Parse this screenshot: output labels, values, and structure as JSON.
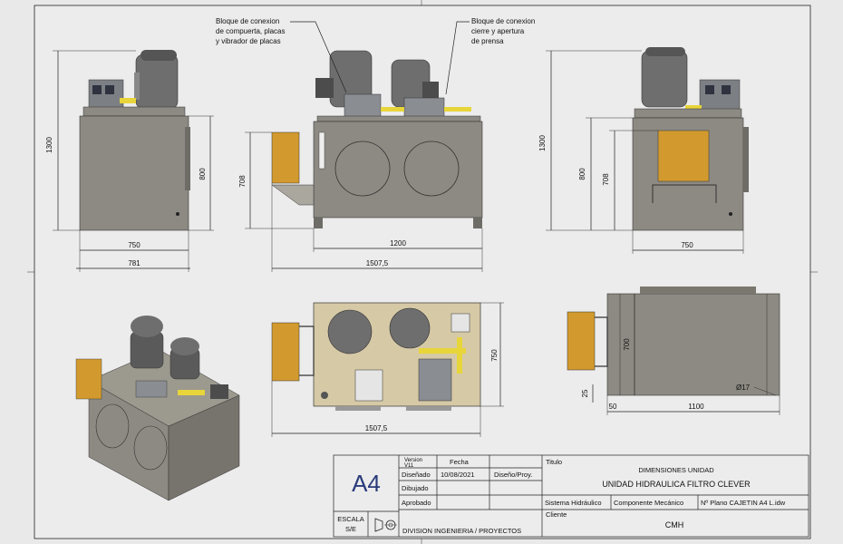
{
  "annotations": {
    "left_block": [
      "Bloque de conexion",
      "de compuerta, placas",
      "y vibrador de placas"
    ],
    "right_block": [
      "Bloque de conexion",
      "cierre y apertura",
      "de prensa"
    ]
  },
  "dimensions": {
    "side_left_height": "1300",
    "side_left_tank": "800",
    "side_left_w1": "750",
    "side_left_w2": "781",
    "front_h": "708",
    "front_w1": "1200",
    "front_w2": "1507,5",
    "side_right_height": "1300",
    "side_right_800": "800",
    "side_right_708": "708",
    "side_right_w": "750",
    "top_h": "750",
    "top_w": "1507,5",
    "bottom_h": "700",
    "bottom_25": "25",
    "bottom_50": "50",
    "bottom_w": "1100",
    "bottom_hole": "Ø17"
  },
  "title_block": {
    "size": "A4",
    "version_label": "Version",
    "version": "V11",
    "fecha_label": "Fecha",
    "disenado": "Diseñado",
    "fecha": "10/08/2021",
    "diseno_proy": "Diseño/Proy.",
    "dibujado": "Dibujado",
    "aprobado": "Aprobado",
    "escala": "ESCALA",
    "escala_val": "S/E",
    "division": "DIVISION INGENIERIA / PROYECTOS",
    "titulo_label": "Titulo",
    "titulo_1": "DIMENSIONES UNIDAD",
    "titulo_2": "UNIDAD HIDRAULICA FILTRO CLEVER",
    "sistema": "Sistema Hidráulico",
    "componente": "Componente Mecánico",
    "plano": "Nº Plano  CAJETIN A4 L.idw",
    "cliente_label": "Cliente",
    "cliente": "CMH"
  },
  "colors": {
    "steel": "#8d8a83",
    "steel_dark": "#5e5c57",
    "panel": "#d6c9a6",
    "orange": "#d29a2e",
    "motor": "#6b6b6b",
    "yellow": "#e7d53a"
  }
}
